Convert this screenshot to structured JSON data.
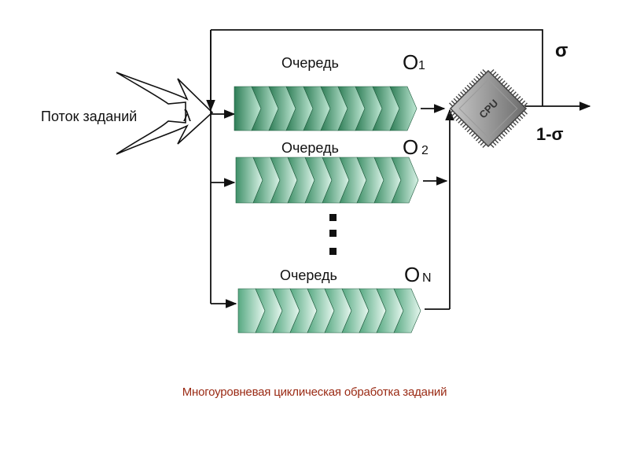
{
  "input_label": "Поток заданий",
  "lambda": "λ",
  "queues": [
    {
      "label": "Очередь",
      "symbol": "O",
      "sub": "1"
    },
    {
      "label": "Очередь",
      "symbol": "O",
      "sub": "2"
    },
    {
      "label": "Очередь",
      "symbol": "O",
      "sub": "N"
    }
  ],
  "cpu_label": "CPU",
  "feedback_label": "σ",
  "output_label": "1-σ",
  "caption": "Многоуровневая циклическая обработка заданий",
  "colors": {
    "queue_dark": "#2e7d56",
    "queue_light": "#d8f2e6",
    "cpu": "#8a8a8a",
    "caption": "#9a2a14"
  }
}
